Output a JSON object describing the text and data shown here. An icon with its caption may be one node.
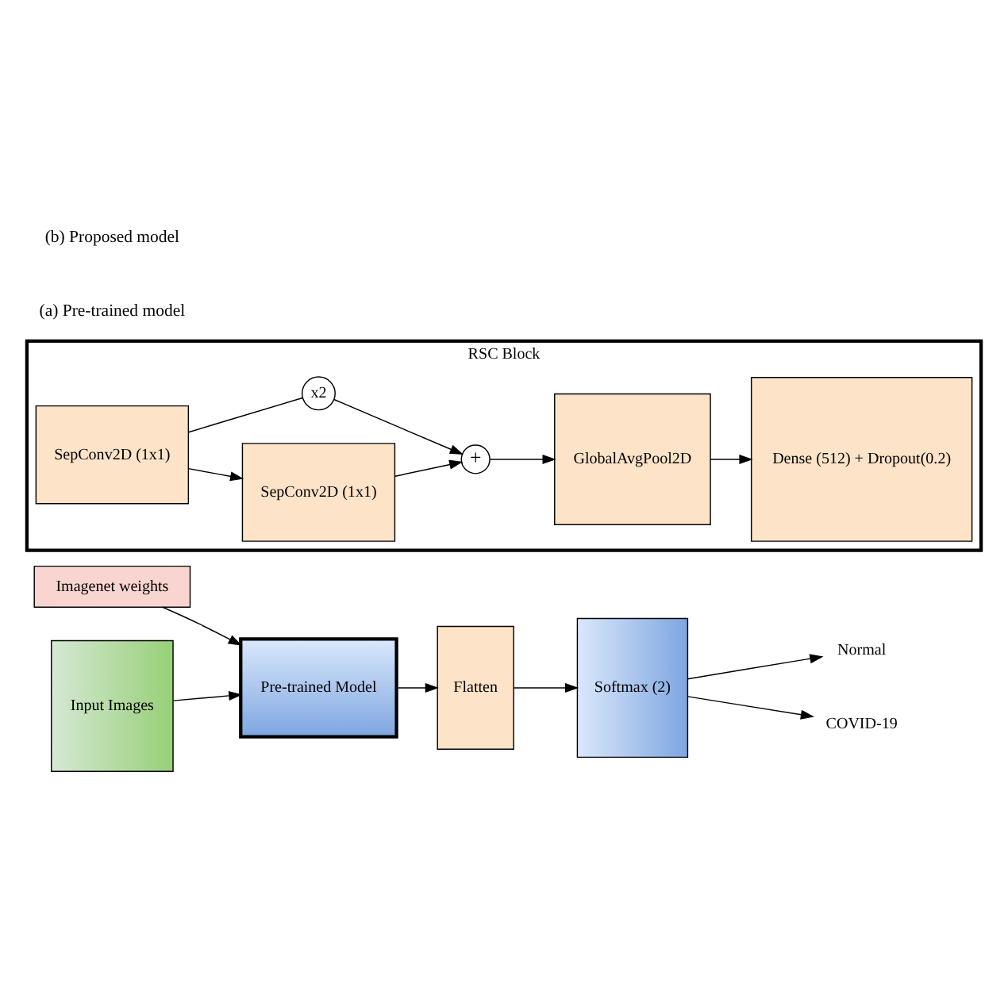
{
  "diagram": {
    "nodes": [
      {
        "text": [
          "Imagenet weights"
        ]
      },
      {
        "text": [
          "Input Images"
        ]
      },
      {
        "text": [
          "Pre-trained Model"
        ]
      },
      {
        "text": [
          "Flatten"
        ]
      },
      {
        "text": [
          "Softmax (2)"
        ]
      },
      {
        "text": [
          "Normal"
        ]
      },
      {
        "text": [
          "COVID-19"
        ]
      },
      {
        "text": [
          "RSC Block"
        ]
      },
      {
        "text": [
          "SepConv2D (1x1)"
        ],
        "in": 7
      },
      {
        "text": [
          "SepConv2D (1x1)"
        ],
        "in": 7
      },
      {
        "text": [
          "+"
        ],
        "in": 7
      },
      {
        "text": [
          "x2"
        ],
        "in": 7
      },
      {
        "text": [
          "GlobalAvgPool2D"
        ],
        "in": 7
      },
      {
        "text": [
          "Dense (512) + Dropout(0.2)"
        ],
        "in": 7
      }
    ],
    "edges": [
      {
        "from": 0,
        "to": 2,
        "arrow": "to"
      },
      {
        "from": 1,
        "to": 2,
        "arrow": "to"
      },
      {
        "from": 2,
        "to": 3,
        "arrow": "to"
      },
      {
        "from": 3,
        "to": 4,
        "arrow": "to"
      },
      {
        "from": 4,
        "to": 5,
        "arrow": "to"
      },
      {
        "from": 4,
        "to": 6,
        "arrow": "to"
      },
      {
        "from": 8,
        "to": 9,
        "arrow": "to"
      },
      {
        "from": 9,
        "to": 10,
        "arrow": "to"
      },
      {
        "from": 8,
        "to": 11,
        "arrow": "none"
      },
      {
        "from": 11,
        "to": 10,
        "arrow": "to"
      },
      {
        "from": 10,
        "to": 12,
        "arrow": "to"
      },
      {
        "from": 12,
        "to": 13,
        "arrow": "to"
      }
    ],
    "labels": [
      "(a) Pre-trained model",
      "(b) Proposed model"
    ]
  }
}
